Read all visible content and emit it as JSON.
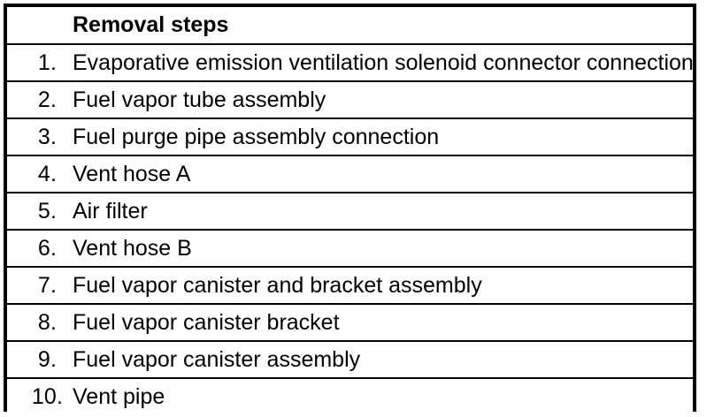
{
  "table": {
    "header": {
      "marker_a": "",
      "marker_b": "",
      "number": "",
      "title": "Removal steps"
    },
    "rows": [
      {
        "number": "1.",
        "step": "Evaporative emission ventilation solenoid connector connection"
      },
      {
        "number": "2.",
        "step": "Fuel vapor tube assembly"
      },
      {
        "number": "3.",
        "step": "Fuel purge pipe assembly connection"
      },
      {
        "number": "4.",
        "step": "Vent hose A"
      },
      {
        "number": "5.",
        "step": "Air filter"
      },
      {
        "number": "6.",
        "step": "Vent hose B"
      },
      {
        "number": "7.",
        "step": "Fuel vapor canister and bracket assembly"
      },
      {
        "number": "8.",
        "step": "Fuel vapor canister bracket"
      },
      {
        "number": "9.",
        "step": "Fuel vapor canister assembly"
      },
      {
        "number": "10.",
        "step": "Vent pipe"
      }
    ]
  },
  "colors": {
    "border": "#000000",
    "text": "#000000",
    "background": "#ffffff"
  }
}
